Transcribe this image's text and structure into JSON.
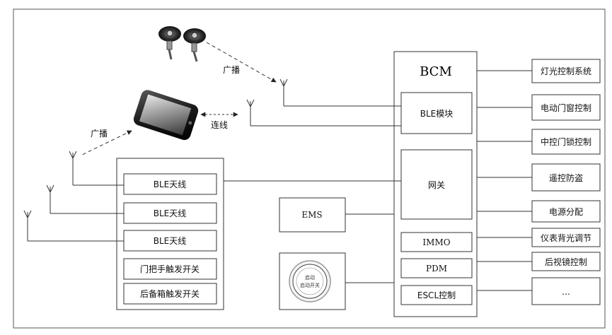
{
  "diagram": {
    "bcm": {
      "title": "BCM",
      "modules": [
        "BLE模块",
        "网关",
        "IMMO",
        "PDM",
        "ESCL控制"
      ]
    },
    "outputs": [
      "灯光控制系统",
      "电动门窗控制",
      "中控门锁控制",
      "遥控防盗",
      "电源分配",
      "仪表背光调节",
      "后视镜控制",
      "…"
    ],
    "antenna_panel": {
      "items": [
        "BLE天线",
        "BLE天线",
        "BLE天线",
        "门把手触发开关",
        "后备箱触发开关"
      ]
    },
    "ems": "EMS",
    "start_button": {
      "line1": "启动",
      "line2": "启动开关"
    },
    "edge_labels": {
      "broadcast_tpms": "广播",
      "broadcast_phone": "广播",
      "connect": "连线"
    }
  },
  "colors": {
    "line": "#222222",
    "border": "#333333",
    "background": "#ffffff"
  },
  "icons": [
    "tpms-sensor-icon",
    "smartphone-icon",
    "antenna-icon",
    "start-button-icon"
  ]
}
